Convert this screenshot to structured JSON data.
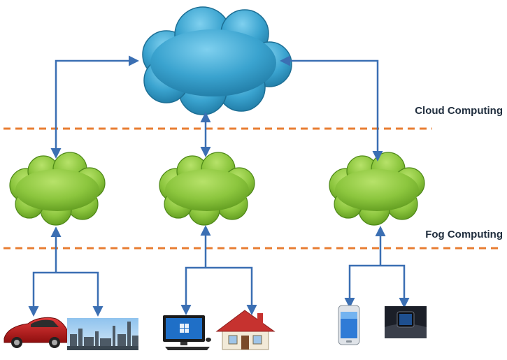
{
  "layers": {
    "cloud_label": "Cloud Computing",
    "fog_label": "Fog Computing"
  },
  "nodes": {
    "cloud": "cloud-node",
    "fog": [
      "fog-node-left",
      "fog-node-center",
      "fog-node-right"
    ]
  },
  "devices": {
    "left": [
      "car-icon",
      "factory-icon"
    ],
    "center": [
      "desktop-computer-icon",
      "house-icon"
    ],
    "right": [
      "smartphone-icon",
      "smartwatch-icon"
    ]
  },
  "colors": {
    "cloud_fill": "#3aa3cf",
    "cloud_fill_dark": "#1f79a3",
    "fog_fill": "#8cc63e",
    "fog_fill_dark": "#5f9a1e",
    "connector": "#3b6fb3",
    "divider": "#e87d32"
  }
}
